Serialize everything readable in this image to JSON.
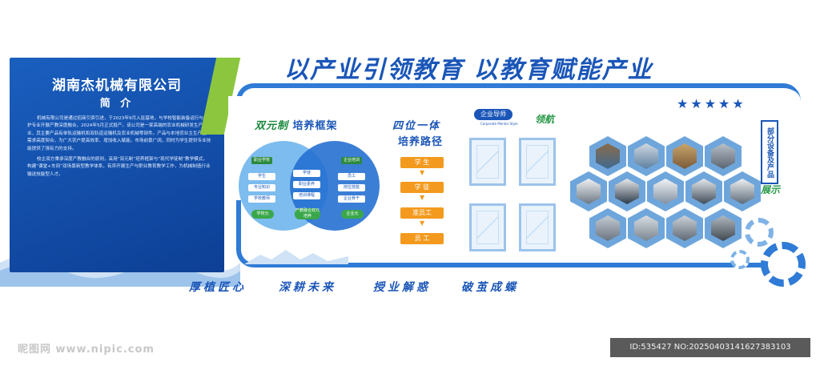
{
  "banner": "以产业引领教育  以教育赋能产业",
  "intro": {
    "company": "湖南杰机械有限公司",
    "subtitle": "简 介",
    "paragraphs": [
      "机械有限公司是通过招商引资引进，于2023年9月入驻基地，与学校智能装备运行与维护专业开展产教深度融合，2024年5月正式投产。该公司是一家高端的农业机械研发生产企业，其主要产品有单轨运输机和双轨道运输机及农业机械零部件。产品与本地农业主生产企业需求高度契合，为广大农户提高效率、增加收入赋能，市场前景广阔，同时为学生提供专业技能提供了强有力的支持。",
      "校企双方秉承深度产教融合的原则，采用“双元制”培养框架与“现代学徒制”教学模式，构建“课堂+车间”双场景新型教学体系，有序开展生产与职业教育教学工作，为机械制造行业输送技能型人才。"
    ]
  },
  "stars": "★★★★★",
  "dual": {
    "prefix": "双元制",
    "title": "培养框架",
    "left_tag": "职业学校",
    "right_tag": "企业培训",
    "left_items": [
      "学生",
      "专业知识",
      "学校教师"
    ],
    "mid_items": [
      "学徒",
      "职业素养",
      "培训课程"
    ],
    "right_items": [
      "员工",
      "岗位技能",
      "企业骨干"
    ],
    "left_foot": "学校元",
    "mid_foot": "产教融合双元培养",
    "right_foot": "企业元"
  },
  "four": {
    "title": "四位一体",
    "path_title": "培养路径",
    "steps": [
      "学 生",
      "学 徒",
      "准员工",
      "员 工"
    ]
  },
  "mentor": {
    "title": "企业导师",
    "subtitle": "Corporate Mentor Style",
    "lead": "领航"
  },
  "products": {
    "label": "部分设备及产品",
    "show": "展示"
  },
  "slogans": [
    "厚植匠心",
    "深耕未来",
    "授业解惑",
    "破茧成蝶"
  ],
  "watermark": {
    "logo": "昵图网 www.nipic.com",
    "id": "ID:535427 NO:20250403141627383103"
  },
  "colors": {
    "primary": "#1a56b8",
    "accent_green": "#8cc63f",
    "step_orange": "#f39a1e"
  }
}
